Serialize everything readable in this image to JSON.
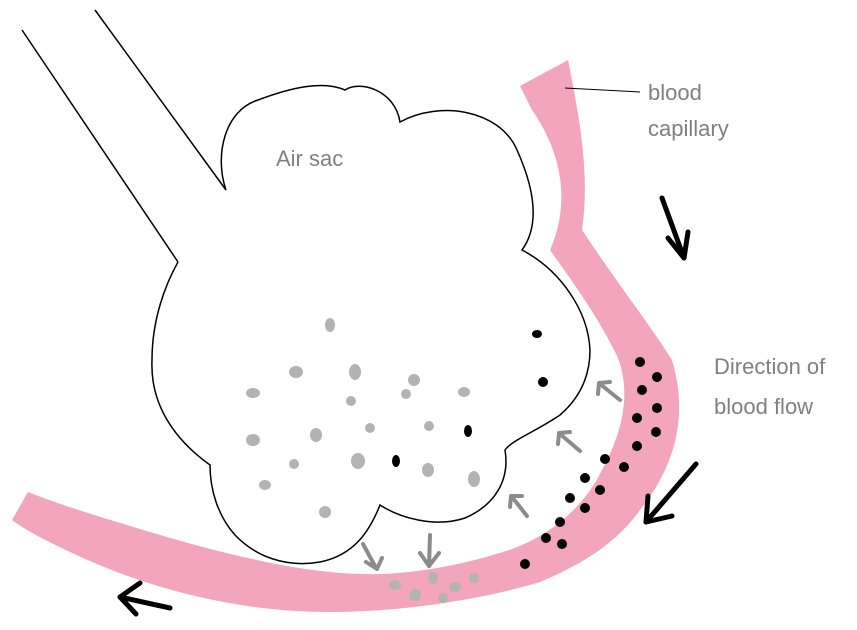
{
  "labels": {
    "air_sac": "Air sac",
    "blood_capillary_line1": "blood",
    "blood_capillary_line2": "capillary",
    "direction_line1": "Direction of",
    "direction_line2": "blood flow"
  },
  "colors": {
    "capillary_fill": "#f2a5bd",
    "outline": "#000000",
    "gray_particles": "#b3b3b3",
    "black_particles": "#000000",
    "diffusion_arrows": "#8c8c8c",
    "flow_arrows": "#000000",
    "label_text": "#808080"
  }
}
